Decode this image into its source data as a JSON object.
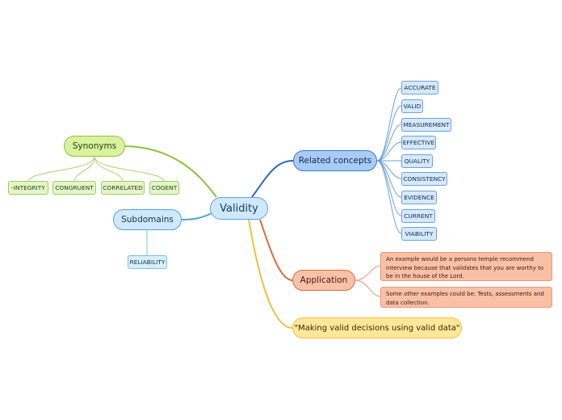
{
  "central": {
    "label": "Validity"
  },
  "synonyms": {
    "label": "Synonyms",
    "items": [
      "-INTEGRITY",
      "CONGRUENT",
      "CORRELATED",
      "COGENT"
    ]
  },
  "subdomains": {
    "label": "Subdomains",
    "items": [
      "RELIABILITY"
    ]
  },
  "related": {
    "label": "Related concepts",
    "items": [
      "ACCURATE",
      "VALID",
      "MEASUREMENT",
      "EFFECTIVE",
      "QUALITY",
      "CONSISTENCY",
      "EVIDENCE",
      "CURRENT",
      "VIABILITY"
    ]
  },
  "application": {
    "label": "Application",
    "notes": [
      "An example would be a persons temple recommend interview because that validates that you are worthy to be in the house of the Lord.",
      "Some other examples could be: Tests, assessments and data collection."
    ]
  },
  "quote": {
    "label": "\"Making valid decisions using valid data\""
  },
  "colors": {
    "synonyms": "#8fc23a",
    "subdomains": "#4fa6d6",
    "related": "#3d77c8",
    "application": "#e06a3a",
    "quote": "#f0c040"
  }
}
